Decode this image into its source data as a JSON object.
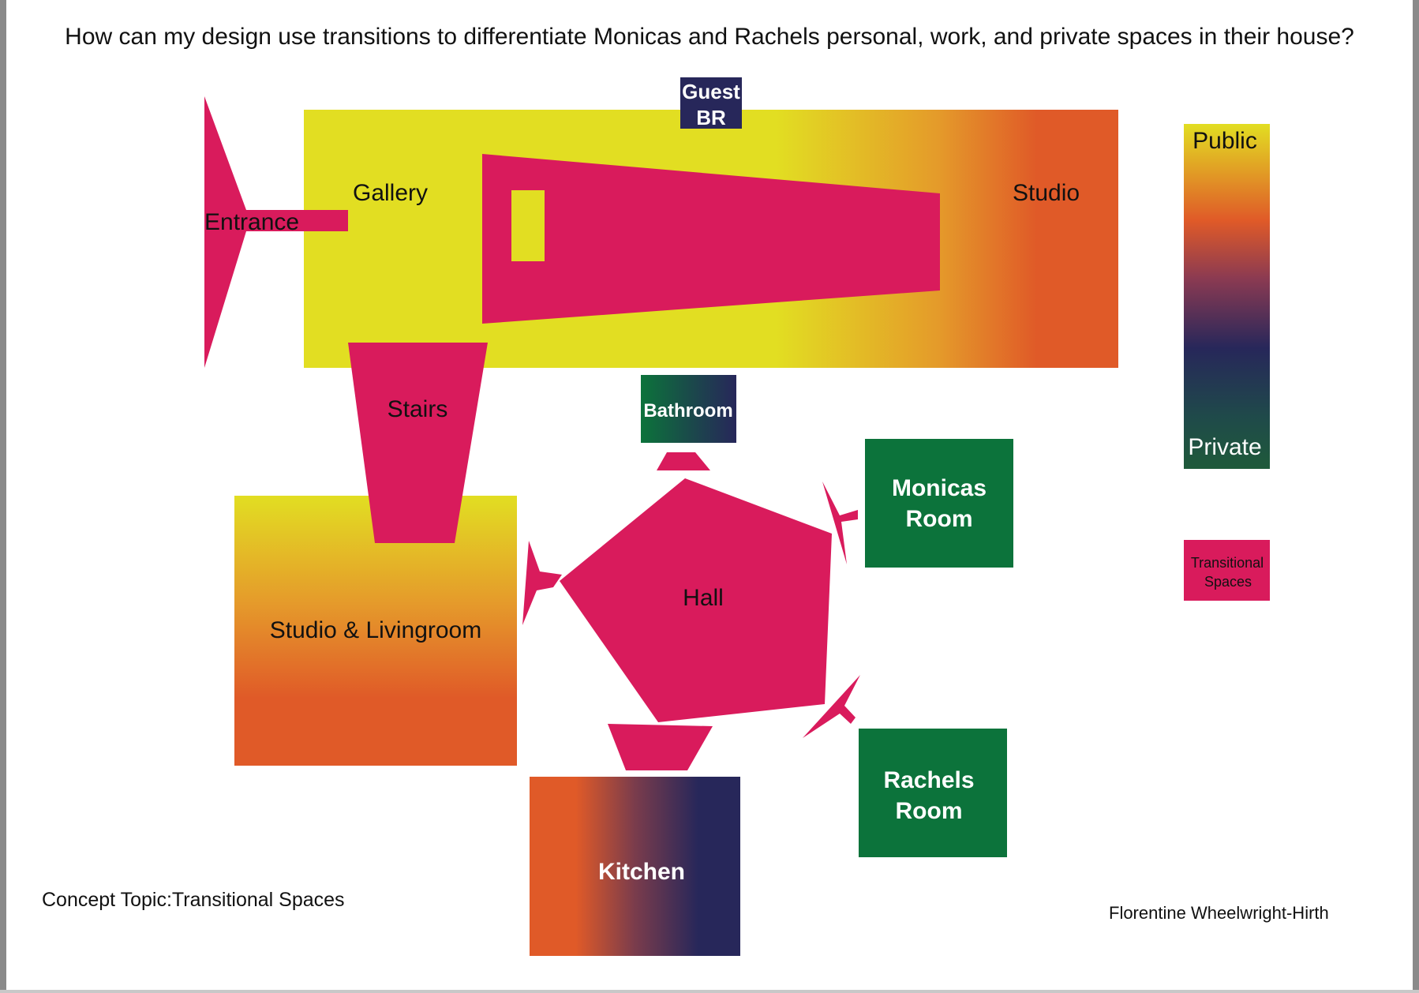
{
  "title": "How can my design use transitions to differentiate Monicas and Rachels personal, work, and private spaces in their house?",
  "rooms": {
    "guest_br_line1": "Guest",
    "guest_br_line2": "BR",
    "gallery": "Gallery",
    "studio": "Studio",
    "entrance": "Entrance",
    "stairs": "Stairs",
    "bathroom": "Bathroom",
    "monicas_line1": "Monicas",
    "monicas_line2": "Room",
    "studio_living": "Studio & Livingroom",
    "hall": "Hall",
    "rachels_line1": "Rachels",
    "rachels_line2": "Room",
    "kitchen": "Kitchen"
  },
  "legend": {
    "public": "Public",
    "private": "Private",
    "transitional_line1": "Transitional",
    "transitional_line2": "Spaces"
  },
  "footer": {
    "concept": "Concept Topic:Transitional Spaces",
    "author": "Florentine Wheelwright-Hirth"
  },
  "colors": {
    "transitional": "#d91b5c",
    "yellow": "#e2de22",
    "orange": "#e05a28",
    "navy": "#27275a",
    "green": "#0c733b",
    "gradient_stops": [
      "#e2de22",
      "#e05a28",
      "#27275a",
      "#0c733b"
    ]
  }
}
